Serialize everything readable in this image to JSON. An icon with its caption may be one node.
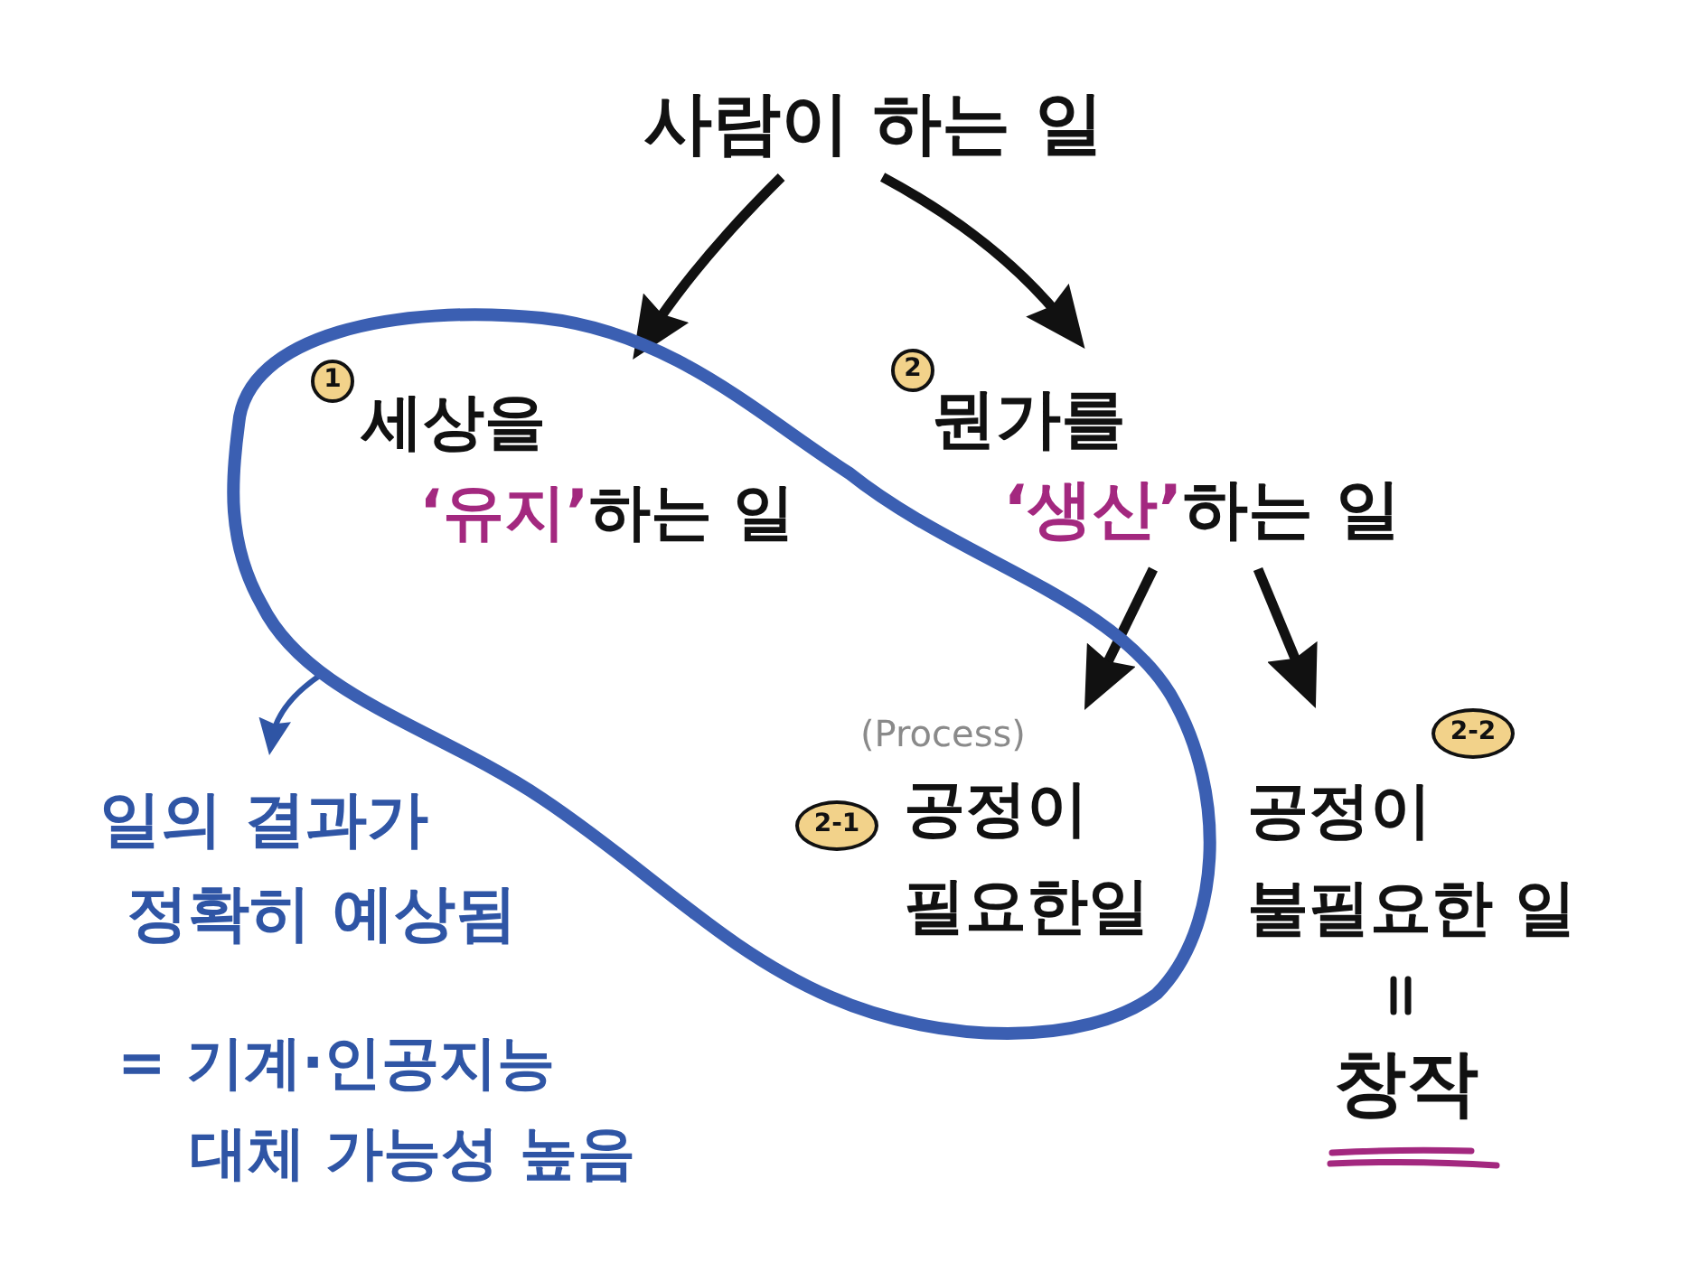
{
  "diagram": {
    "nodes": [
      {
        "text": [
          "사람이 하는 일"
        ]
      },
      {
        "text": [],
        "shape": "blob"
      },
      {
        "text": [
          "1",
          "세상을 **‘유지’**하는 일"
        ],
        "in": 1
      },
      {
        "text": [
          "2",
          "뭔가를 **‘생산’**하는 일"
        ]
      },
      {
        "text": [
          "(Process)",
          "2-1",
          "공정이 필요한일"
        ],
        "in": 1
      },
      {
        "text": [
          "2-2",
          "공정이 불필요한 일",
          "창작"
        ]
      },
      {
        "text": [
          "일의 결과가 정확히 예상됨",
          "= 기계·인공지능 대체 가능성 높음"
        ]
      }
    ],
    "edges": [
      {
        "from": 0,
        "to": 2,
        "arrow": "to"
      },
      {
        "from": 0,
        "to": 3,
        "arrow": "to"
      },
      {
        "from": 3,
        "to": 4,
        "arrow": "to"
      },
      {
        "from": 3,
        "to": 5,
        "arrow": "to"
      },
      {
        "from": 1,
        "to": 6,
        "arrow": "to",
        "color": "#2f55a5"
      }
    ]
  }
}
